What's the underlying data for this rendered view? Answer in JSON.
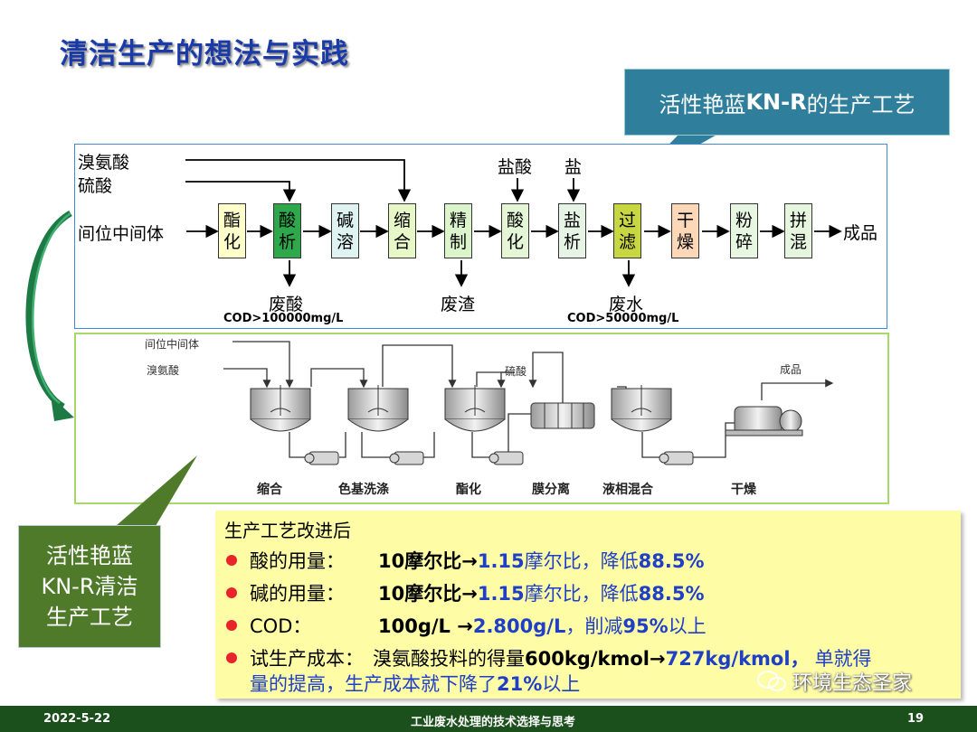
{
  "title": "清洁生产的想法与实践",
  "callout_top": {
    "pre": "活性艳蓝",
    "bold": "KN-R",
    "post": "的生产工艺"
  },
  "flow": {
    "inputs": {
      "bromo": "溴氨酸",
      "sulfuric": "硫酸",
      "intermediate": "间位中间体",
      "hcl": "盐酸",
      "salt": "盐"
    },
    "steps": [
      {
        "t1": "酯",
        "t2": "化",
        "color": "#ffffcc"
      },
      {
        "t1": "酸",
        "t2": "析",
        "color": "#2ea84a"
      },
      {
        "t1": "碱",
        "t2": "溶",
        "color": "#dff3f3"
      },
      {
        "t1": "缩",
        "t2": "合",
        "color": "#e8f7c8"
      },
      {
        "t1": "精",
        "t2": "制",
        "color": "#dcf4cc"
      },
      {
        "t1": "酸",
        "t2": "化",
        "color": "#e4f6d6"
      },
      {
        "t1": "盐",
        "t2": "析",
        "color": "#e6f4e6"
      },
      {
        "t1": "过",
        "t2": "滤",
        "color": "#c8d642"
      },
      {
        "t1": "干",
        "t2": "燥",
        "color": "#fcd8b8"
      },
      {
        "t1": "粉",
        "t2": "碎",
        "color": "#e7f6e0"
      },
      {
        "t1": "拼",
        "t2": "混",
        "color": "#e6f6de"
      }
    ],
    "product": "成品",
    "waste_acid": "废酸",
    "waste_residue": "废渣",
    "waste_water": "废水",
    "cod1": "COD>100000mg/L",
    "cod2": "COD>50000mg/L"
  },
  "equip": {
    "in_intermediate": "间位中间体",
    "in_bromo": "溴氨酸",
    "in_sulfuric": "硫酸",
    "product": "成品",
    "stages": [
      "缩合",
      "色基洗涤",
      "酯化",
      "膜分离",
      "液相混合",
      "干燥"
    ]
  },
  "callout_left": {
    "line1": "活性艳蓝",
    "line2": "KN-R清洁",
    "line3": "生产工艺"
  },
  "result": {
    "header": "生产工艺改进后",
    "items": [
      {
        "label": "酸的用量：",
        "black": "10摩尔比→",
        "b1": "1.15",
        "mid": "摩尔比，降低",
        "b2": "88.5%"
      },
      {
        "label": "碱的用量：",
        "black": "10摩尔比→",
        "b1": "1.15",
        "mid": "摩尔比，降低",
        "b2": "88.5%"
      },
      {
        "label": "COD：",
        "black": "100g/L →",
        "b1": "2.800g/L",
        "mid": "，削减",
        "b2": "95%",
        "tail": "以上"
      }
    ],
    "last": {
      "label": "试生产成本：",
      "line1_a": "溴氨酸投料的得量",
      "line1_b": "600kg/kmol→",
      "line1_c": "727kg/kmol，",
      "line1_d": "单就得",
      "line2_a": "量的提高，生产成本就下降了",
      "line2_b": "21%",
      "line2_c": "以上"
    }
  },
  "watermark": "环境生态圣家",
  "footer": {
    "date": "2022-5-22",
    "center": "工业废水处理的技术选择与思考",
    "page": "19"
  }
}
